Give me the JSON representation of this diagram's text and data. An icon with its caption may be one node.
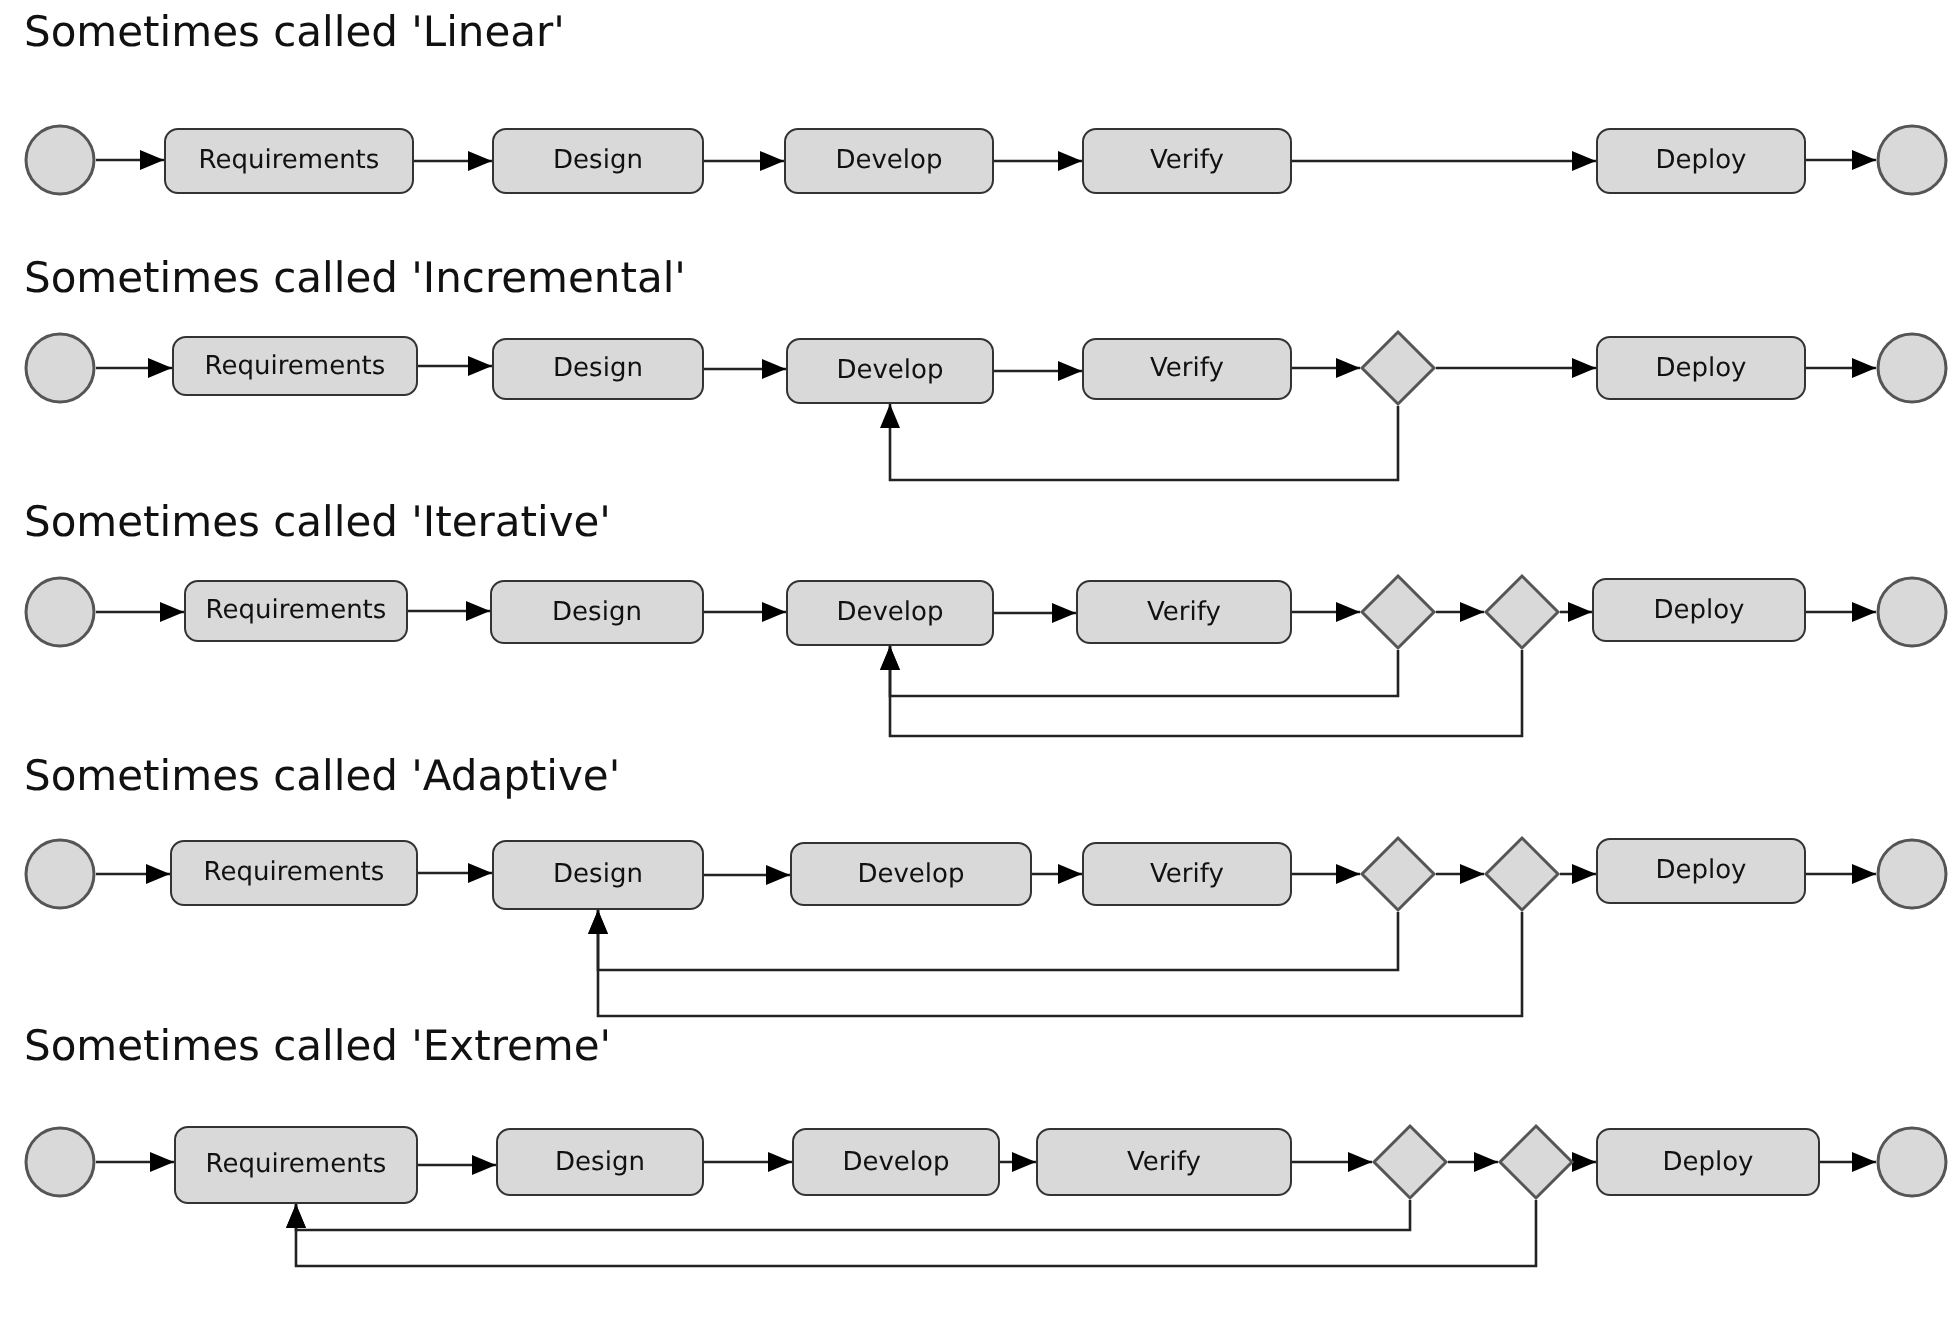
{
  "diagram": {
    "nodes": [
      {
        "text": [],
        "shape": "circle"
      },
      {
        "text": [
          "Requirements"
        ]
      },
      {
        "text": [
          "Design"
        ]
      },
      {
        "text": [
          "Develop"
        ]
      },
      {
        "text": [
          "Verify"
        ]
      },
      {
        "text": [
          "Deploy"
        ]
      },
      {
        "text": [],
        "shape": "circle"
      },
      {
        "text": [],
        "shape": "circle"
      },
      {
        "text": [
          "Requirements"
        ]
      },
      {
        "text": [
          "Design"
        ]
      },
      {
        "text": [
          "Develop"
        ]
      },
      {
        "text": [
          "Verify"
        ]
      },
      {
        "text": [],
        "shape": "diamond"
      },
      {
        "text": [
          "Deploy"
        ]
      },
      {
        "text": [],
        "shape": "circle"
      },
      {
        "text": [],
        "shape": "circle"
      },
      {
        "text": [
          "Requirements"
        ]
      },
      {
        "text": [
          "Design"
        ]
      },
      {
        "text": [
          "Develop"
        ]
      },
      {
        "text": [
          "Verify"
        ]
      },
      {
        "text": [],
        "shape": "diamond"
      },
      {
        "text": [],
        "shape": "diamond"
      },
      {
        "text": [
          "Deploy"
        ]
      },
      {
        "text": [],
        "shape": "circle"
      },
      {
        "text": [],
        "shape": "circle"
      },
      {
        "text": [
          "Requirements"
        ]
      },
      {
        "text": [
          "Design"
        ]
      },
      {
        "text": [
          "Develop"
        ]
      },
      {
        "text": [
          "Verify"
        ]
      },
      {
        "text": [],
        "shape": "diamond"
      },
      {
        "text": [],
        "shape": "diamond"
      },
      {
        "text": [
          "Deploy"
        ]
      },
      {
        "text": [],
        "shape": "circle"
      },
      {
        "text": [],
        "shape": "circle"
      },
      {
        "text": [
          "Requirements"
        ]
      },
      {
        "text": [
          "Design"
        ]
      },
      {
        "text": [
          "Develop"
        ]
      },
      {
        "text": [
          "Verify"
        ]
      },
      {
        "text": [],
        "shape": "diamond"
      },
      {
        "text": [],
        "shape": "diamond"
      },
      {
        "text": [
          "Deploy"
        ]
      },
      {
        "text": [],
        "shape": "circle"
      }
    ],
    "edges": [
      {
        "from": 0,
        "to": 1,
        "arrow": "to"
      },
      {
        "from": 1,
        "to": 2,
        "arrow": "to"
      },
      {
        "from": 2,
        "to": 3,
        "arrow": "to"
      },
      {
        "from": 3,
        "to": 4,
        "arrow": "to"
      },
      {
        "from": 4,
        "to": 5,
        "arrow": "to"
      },
      {
        "from": 5,
        "to": 6,
        "arrow": "to"
      },
      {
        "from": 7,
        "to": 8,
        "arrow": "to"
      },
      {
        "from": 8,
        "to": 9,
        "arrow": "to"
      },
      {
        "from": 9,
        "to": 10,
        "arrow": "to"
      },
      {
        "from": 10,
        "to": 11,
        "arrow": "to"
      },
      {
        "from": 11,
        "to": 12,
        "arrow": "to"
      },
      {
        "from": 12,
        "to": 13,
        "arrow": "to"
      },
      {
        "from": 13,
        "to": 14,
        "arrow": "to"
      },
      {
        "from": 12,
        "to": 10,
        "arrow": "to"
      },
      {
        "from": 15,
        "to": 16,
        "arrow": "to"
      },
      {
        "from": 16,
        "to": 17,
        "arrow": "to"
      },
      {
        "from": 17,
        "to": 18,
        "arrow": "to"
      },
      {
        "from": 18,
        "to": 19,
        "arrow": "to"
      },
      {
        "from": 19,
        "to": 20,
        "arrow": "to"
      },
      {
        "from": 20,
        "to": 21,
        "arrow": "to"
      },
      {
        "from": 21,
        "to": 22,
        "arrow": "to"
      },
      {
        "from": 22,
        "to": 23,
        "arrow": "to"
      },
      {
        "from": 20,
        "to": 18,
        "arrow": "to"
      },
      {
        "from": 21,
        "to": 18,
        "arrow": "to"
      },
      {
        "from": 24,
        "to": 25,
        "arrow": "to"
      },
      {
        "from": 25,
        "to": 26,
        "arrow": "to"
      },
      {
        "from": 26,
        "to": 27,
        "arrow": "to"
      },
      {
        "from": 27,
        "to": 28,
        "arrow": "to"
      },
      {
        "from": 28,
        "to": 29,
        "arrow": "to"
      },
      {
        "from": 29,
        "to": 30,
        "arrow": "to"
      },
      {
        "from": 30,
        "to": 31,
        "arrow": "to"
      },
      {
        "from": 31,
        "to": 32,
        "arrow": "to"
      },
      {
        "from": 29,
        "to": 26,
        "arrow": "to"
      },
      {
        "from": 30,
        "to": 26,
        "arrow": "to"
      },
      {
        "from": 33,
        "to": 34,
        "arrow": "to"
      },
      {
        "from": 34,
        "to": 35,
        "arrow": "to"
      },
      {
        "from": 35,
        "to": 36,
        "arrow": "to"
      },
      {
        "from": 36,
        "to": 37,
        "arrow": "to"
      },
      {
        "from": 37,
        "to": 38,
        "arrow": "to"
      },
      {
        "from": 38,
        "to": 39,
        "arrow": "to"
      },
      {
        "from": 39,
        "to": 40,
        "arrow": "to"
      },
      {
        "from": 40,
        "to": 41,
        "arrow": "to"
      },
      {
        "from": 38,
        "to": 34,
        "arrow": "to"
      },
      {
        "from": 39,
        "to": 34,
        "arrow": "to"
      }
    ],
    "labels": [
      "Sometimes called 'Linear'",
      "Sometimes called 'Incremental'",
      "Sometimes called 'Iterative'",
      "Sometimes called 'Adaptive'",
      "Sometimes called 'Extreme'"
    ]
  }
}
